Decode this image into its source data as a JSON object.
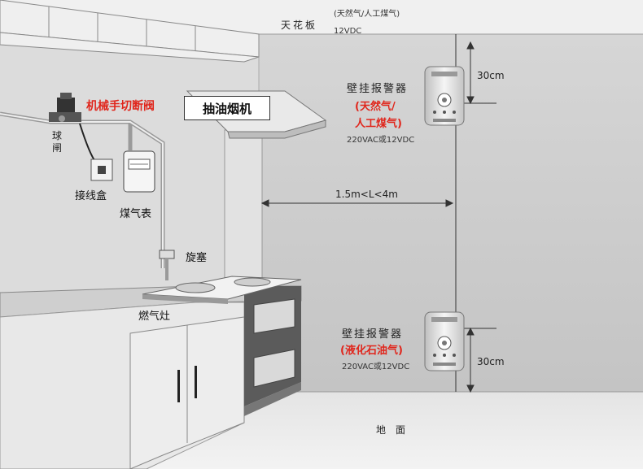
{
  "ceiling": {
    "label": "天花板",
    "gas_types": "(天然气/人工煤气)",
    "voltage": "12VDC"
  },
  "floor": {
    "label": "地面"
  },
  "alarm_top": {
    "title": "壁挂报警器",
    "type_line1": "(天然气/",
    "type_line2": "人工煤气)",
    "power": "220VAC或12VDC",
    "distance": "30cm"
  },
  "alarm_bottom": {
    "title": "壁挂报警器",
    "type": "(液化石油气)",
    "power": "220VAC或12VDC",
    "distance": "30cm"
  },
  "horizontal_distance": "1.5m<L<4m",
  "range_hood": "抽油烟机",
  "valve": "机械手切断阀",
  "ball_valve": "球闸",
  "junction_box": "接线盒",
  "gas_meter": "煤气表",
  "plug_valve": "旋塞",
  "gas_stove": "燃气灶",
  "colors": {
    "accent_red": "#e0261c",
    "wall": "#c9c9c9",
    "floor": "#e6e6e6"
  }
}
